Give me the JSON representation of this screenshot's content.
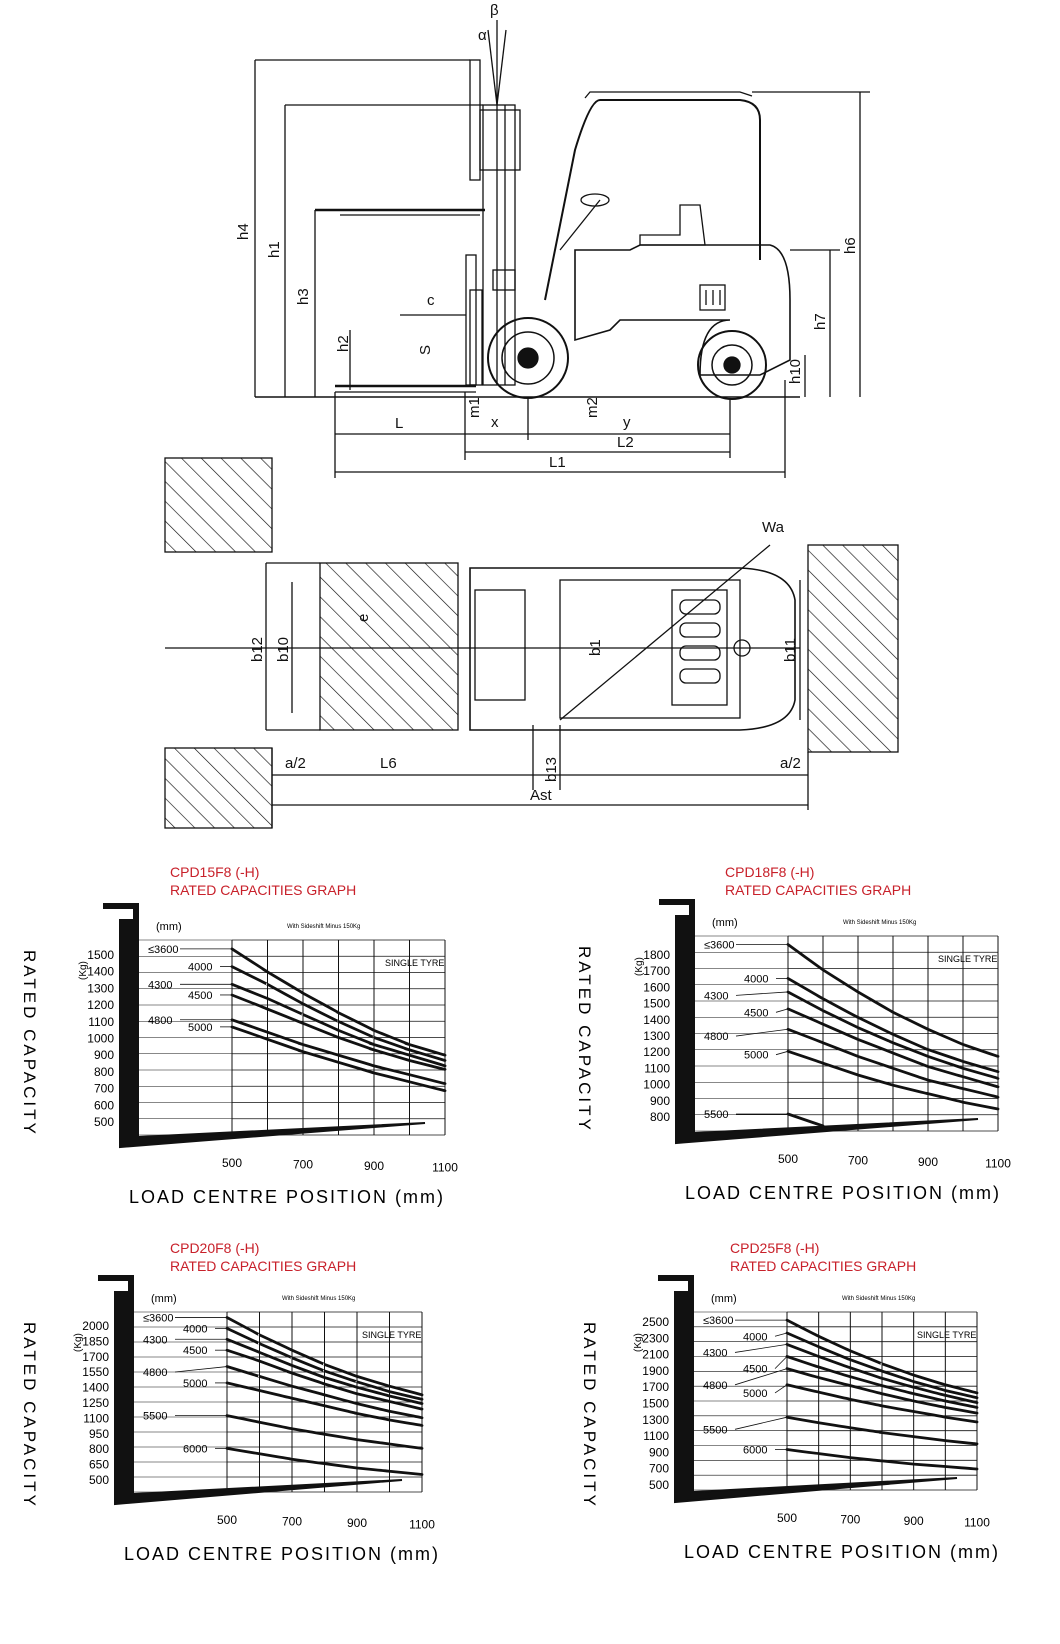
{
  "drawing": {
    "side_view_labels": [
      "β",
      "α",
      "h4",
      "h1",
      "h3",
      "c",
      "h2",
      "S",
      "m1",
      "x",
      "m2",
      "y",
      "L",
      "L2",
      "L1",
      "h6",
      "h7",
      "h10"
    ],
    "top_view_labels": [
      "Wa",
      "b12",
      "b10",
      "e",
      "b1",
      "b11",
      "a/2",
      "L6",
      "b13",
      "Ast",
      "a/2"
    ]
  },
  "chart_data": [
    {
      "type": "line",
      "model": "CPD15F8  (-H)",
      "title": "RATED CAPACITIES GRAPH",
      "unit_mm": "(mm)",
      "unit_kg": "(Kg)",
      "note": "With Sideshift Minus 150Kg",
      "tyre": "SINGLE TYRE",
      "ylabel": "RATED CAPACITY",
      "xlabel": "LOAD CENTRE POSITION (mm)",
      "x_ticks": [
        "500",
        "700",
        "900",
        "1100"
      ],
      "y_ticks": [
        "1500",
        "1400",
        "1300",
        "1200",
        "1100",
        "1000",
        "900",
        "800",
        "700",
        "600",
        "500"
      ],
      "ylim": [
        450,
        1550
      ],
      "x": [
        500,
        600,
        700,
        800,
        900,
        1000,
        1100
      ],
      "series": [
        {
          "name": "≤3600",
          "label_y": 1500,
          "values": [
            1500,
            1370,
            1250,
            1140,
            1040,
            960,
            900
          ]
        },
        {
          "name": "4000",
          "label_y": 1400,
          "values": [
            1400,
            1300,
            1190,
            1090,
            1000,
            930,
            870
          ]
        },
        {
          "name": "4300",
          "label_y": 1300,
          "values": [
            1300,
            1220,
            1130,
            1040,
            960,
            900,
            840
          ]
        },
        {
          "name": "4500",
          "label_y": 1240,
          "values": [
            1240,
            1160,
            1080,
            1000,
            930,
            870,
            820
          ]
        },
        {
          "name": "4800",
          "label_y": 1100,
          "values": [
            1100,
            1030,
            960,
            900,
            840,
            790,
            740
          ]
        },
        {
          "name": "5000",
          "label_y": 1060,
          "values": [
            1060,
            990,
            920,
            860,
            800,
            750,
            700
          ]
        }
      ]
    },
    {
      "type": "line",
      "model": "CPD18F8  (-H)",
      "title": "RATED CAPACITIES GRAPH",
      "unit_mm": "(mm)",
      "unit_kg": "(Kg)",
      "note": "With Sideshift Minus 150Kg",
      "tyre": "SINGLE TYRE",
      "ylabel": "RATED CAPACITY",
      "xlabel": "LOAD CENTRE POSITION (mm)",
      "x_ticks": [
        "500",
        "700",
        "900",
        "1100"
      ],
      "y_ticks": [
        "1800",
        "1700",
        "1600",
        "1500",
        "1400",
        "1300",
        "1200",
        "1100",
        "1000",
        "900",
        "800"
      ],
      "ylim": [
        700,
        1850
      ],
      "x": [
        500,
        600,
        700,
        800,
        900,
        1000,
        1100
      ],
      "series": [
        {
          "name": "≤3600",
          "label_y": 1800,
          "values": [
            1800,
            1650,
            1520,
            1400,
            1300,
            1210,
            1140
          ]
        },
        {
          "name": "4000",
          "label_y": 1600,
          "values": [
            1600,
            1480,
            1370,
            1270,
            1180,
            1110,
            1050
          ]
        },
        {
          "name": "4300",
          "label_y": 1500,
          "values": [
            1520,
            1410,
            1310,
            1220,
            1140,
            1070,
            1010
          ]
        },
        {
          "name": "4500",
          "label_y": 1400,
          "values": [
            1420,
            1330,
            1240,
            1160,
            1080,
            1020,
            960
          ]
        },
        {
          "name": "4800",
          "label_y": 1260,
          "values": [
            1300,
            1220,
            1140,
            1070,
            1000,
            950,
            900
          ]
        },
        {
          "name": "5000",
          "label_y": 1150,
          "values": [
            1170,
            1100,
            1030,
            970,
            920,
            870,
            830
          ]
        },
        {
          "name": "5500",
          "label_y": 800,
          "values": [
            800,
            730,
            null,
            null,
            null,
            null,
            null
          ]
        }
      ]
    },
    {
      "type": "line",
      "model": "CPD20F8  (-H)",
      "title": "RATED CAPACITIES GRAPH",
      "unit_mm": "(mm)",
      "unit_kg": "(Kg)",
      "note": "With Sideshift Minus 150Kg",
      "tyre": "SINGLE TYRE",
      "ylabel": "RATED CAPACITY",
      "xlabel": "LOAD CENTRE POSITION (mm)",
      "x_ticks": [
        "500",
        "700",
        "900",
        "1100"
      ],
      "y_ticks": [
        "2000",
        "1850",
        "1700",
        "1550",
        "1400",
        "1250",
        "1100",
        "950",
        "800",
        "650",
        "500"
      ],
      "ylim": [
        400,
        2050
      ],
      "x": [
        500,
        600,
        700,
        800,
        900,
        1000,
        1100
      ],
      "series": [
        {
          "name": "≤3600",
          "label_y": 2000,
          "values": [
            2000,
            1840,
            1700,
            1570,
            1460,
            1370,
            1290
          ]
        },
        {
          "name": "4000",
          "label_y": 1900,
          "values": [
            1900,
            1760,
            1630,
            1510,
            1410,
            1320,
            1250
          ]
        },
        {
          "name": "4300",
          "label_y": 1800,
          "values": [
            1800,
            1680,
            1560,
            1450,
            1360,
            1280,
            1210
          ]
        },
        {
          "name": "4500",
          "label_y": 1700,
          "values": [
            1700,
            1600,
            1490,
            1390,
            1300,
            1230,
            1160
          ]
        },
        {
          "name": "4800",
          "label_y": 1500,
          "values": [
            1550,
            1460,
            1370,
            1290,
            1210,
            1140,
            1080
          ]
        },
        {
          "name": "5000",
          "label_y": 1400,
          "values": [
            1400,
            1330,
            1260,
            1190,
            1120,
            1060,
            1010
          ]
        },
        {
          "name": "5500",
          "label_y": 1100,
          "values": [
            1100,
            1040,
            980,
            930,
            880,
            840,
            800
          ]
        },
        {
          "name": "6000",
          "label_y": 800,
          "values": [
            800,
            750,
            700,
            660,
            620,
            590,
            560
          ]
        }
      ]
    },
    {
      "type": "line",
      "model": "CPD25F8  (-H)",
      "title": "RATED CAPACITIES GRAPH",
      "unit_mm": "(mm)",
      "unit_kg": "(Kg)",
      "note": "With Sideshift Minus 150Kg",
      "tyre": "SINGLE TYRE",
      "ylabel": "RATED CAPACITY",
      "xlabel": "LOAD CENTRE POSITION (mm)",
      "x_ticks": [
        "500",
        "700",
        "900",
        "1100"
      ],
      "y_ticks": [
        "2500",
        "2300",
        "2100",
        "1900",
        "1700",
        "1500",
        "1300",
        "1100",
        "900",
        "700",
        "500"
      ],
      "ylim": [
        400,
        2600
      ],
      "x": [
        500,
        600,
        700,
        800,
        900,
        1000,
        1100
      ],
      "series": [
        {
          "name": "≤3600",
          "label_y": 2500,
          "values": [
            2500,
            2300,
            2120,
            1960,
            1820,
            1700,
            1600
          ]
        },
        {
          "name": "4000",
          "label_y": 2300,
          "values": [
            2340,
            2170,
            2010,
            1870,
            1740,
            1630,
            1540
          ]
        },
        {
          "name": "4300",
          "label_y": 2100,
          "values": [
            2200,
            2050,
            1910,
            1780,
            1670,
            1570,
            1480
          ]
        },
        {
          "name": "4500",
          "label_y": 1900,
          "values": [
            2050,
            1920,
            1800,
            1690,
            1590,
            1500,
            1420
          ]
        },
        {
          "name": "4800",
          "label_y": 1700,
          "values": [
            1900,
            1790,
            1690,
            1590,
            1500,
            1420,
            1350
          ]
        },
        {
          "name": "5000",
          "label_y": 1600,
          "values": [
            1700,
            1610,
            1520,
            1440,
            1370,
            1300,
            1240
          ]
        },
        {
          "name": "5500",
          "label_y": 1150,
          "values": [
            1300,
            1230,
            1170,
            1110,
            1060,
            1010,
            970
          ]
        },
        {
          "name": "6000",
          "label_y": 900,
          "values": [
            900,
            850,
            800,
            760,
            720,
            690,
            660
          ]
        }
      ]
    }
  ]
}
